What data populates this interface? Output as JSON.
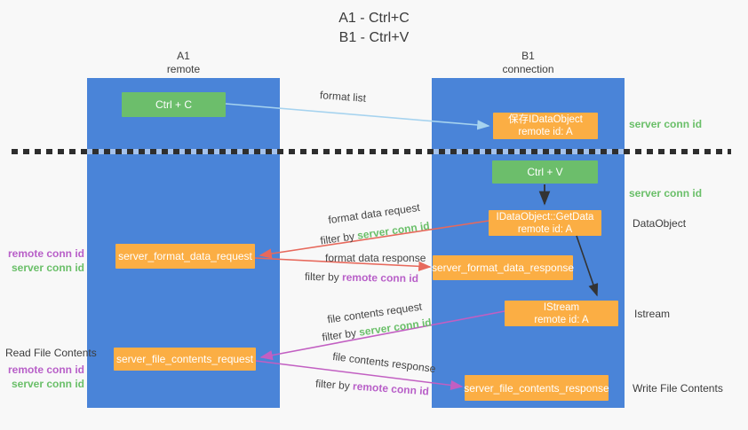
{
  "title": {
    "line1": "A1 - Ctrl+C",
    "line2": "B1 - Ctrl+V"
  },
  "columns": {
    "a1": {
      "name": "A1",
      "role": "remote"
    },
    "b1": {
      "name": "B1",
      "role": "connection"
    }
  },
  "boxes": {
    "ctrl_c": {
      "label": "Ctrl + C"
    },
    "ctrl_v": {
      "label": "Ctrl + V"
    },
    "save_dataobject": {
      "line1": "保存IDataObject",
      "line2": "remote id: A"
    },
    "getdata": {
      "line1": "IDataObject::GetData",
      "line2": "remote id: A"
    },
    "istream": {
      "line1": "IStream",
      "line2": "remote id: A"
    },
    "format_request": {
      "label": "server_format_data_request"
    },
    "format_response": {
      "label": "server_format_data_response"
    },
    "file_request": {
      "label": "server_file_contents_request"
    },
    "file_response": {
      "label": "server_file_contents_response"
    }
  },
  "arrows": {
    "format_list": "format list",
    "format_data_request": "format data request",
    "format_data_response": "format data response",
    "file_contents_request": "file contents request",
    "file_contents_response": "file contents response",
    "filter_by": "filter by",
    "server_conn_id": "server conn id",
    "remote_conn_id": "remote conn id"
  },
  "side_labels": {
    "server_conn_id_top": "server conn id",
    "server_conn_id_mid": "server conn id",
    "dataobject": "DataObject",
    "istream": "Istream",
    "write_file_contents": "Write File Contents",
    "read_file_contents": "Read File Contents",
    "format_pair": {
      "remote": "remote conn id",
      "server": "server conn id"
    },
    "file_pair": {
      "remote": "remote conn id",
      "server": "server conn id"
    }
  },
  "colors": {
    "column_blue": "#4a84d8",
    "box_green": "#6cbe6b",
    "box_orange": "#fbae44",
    "arrow_blue": "#a6d3ef",
    "arrow_red": "#e7695c",
    "arrow_magenta": "#c25fc2",
    "arrow_black": "#333333",
    "text_green": "#6abf69",
    "text_purple": "#b85fc8",
    "text_dark": "#3c3c3c"
  }
}
